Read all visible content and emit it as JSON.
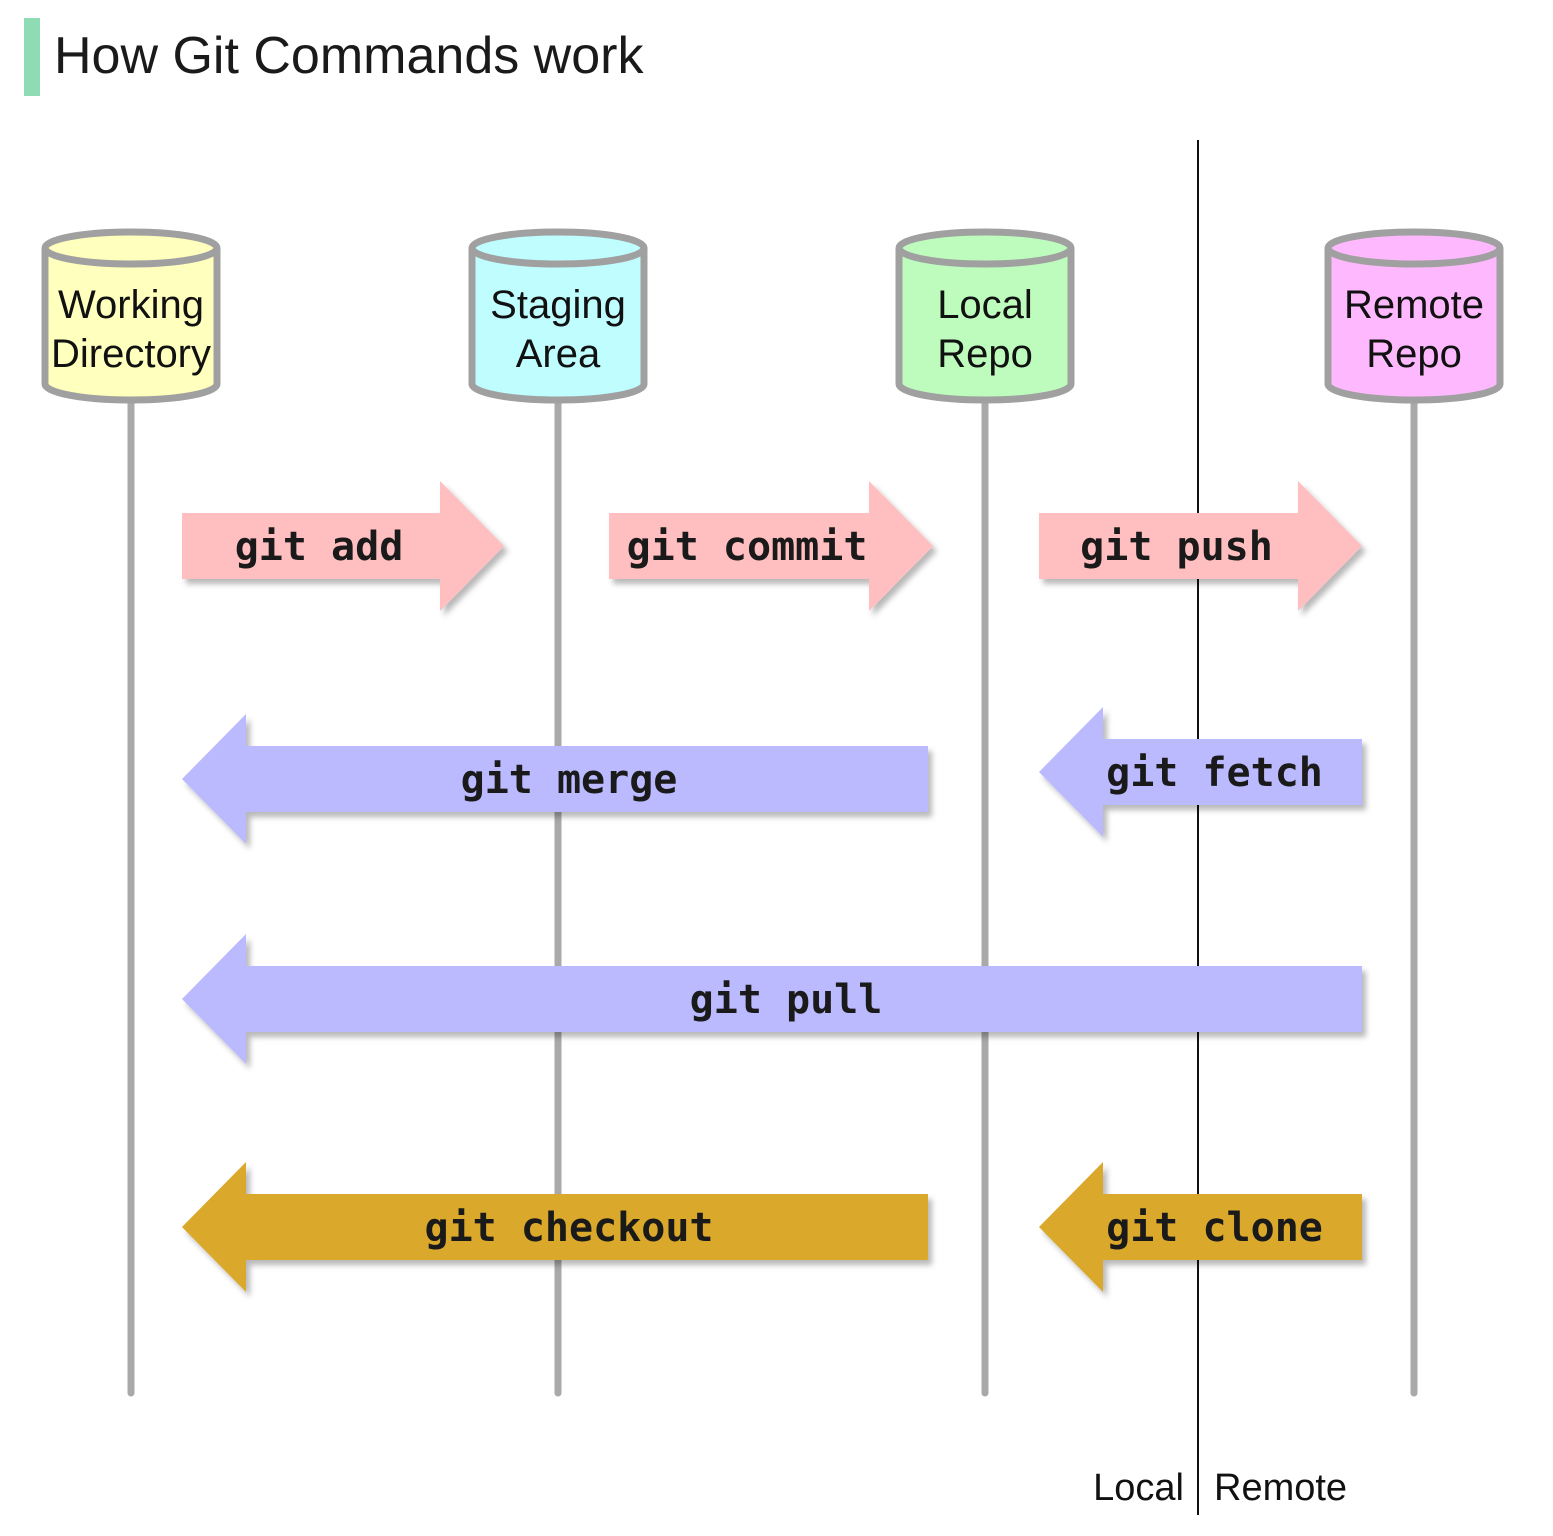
{
  "title": "How Git Commands work",
  "colors": {
    "title_bar": "#8fdbb4",
    "lifeline": "#a9a9a9",
    "store_outline": "#a0a0a0",
    "divider": "#111111",
    "forward_arrow": "#ffbfc0",
    "backward_arrow": "#bbbaff",
    "checkout_arrow": "#daa82a"
  },
  "stores": [
    {
      "id": "working",
      "lines": [
        "Working",
        "Directory"
      ],
      "color": "#ffffbe"
    },
    {
      "id": "staging",
      "lines": [
        "Staging",
        "Area"
      ],
      "color": "#bffdff"
    },
    {
      "id": "local",
      "lines": [
        "Local",
        "Repo"
      ],
      "color": "#bdfcbd"
    },
    {
      "id": "remote",
      "lines": [
        "Remote",
        "Repo"
      ],
      "color": "#feb9fe"
    }
  ],
  "commands": [
    {
      "label": "git add",
      "from": "working",
      "to": "staging",
      "direction": "right",
      "color": "#ffbfc0"
    },
    {
      "label": "git commit",
      "from": "staging",
      "to": "local",
      "direction": "right",
      "color": "#ffbfc0"
    },
    {
      "label": "git push",
      "from": "local",
      "to": "remote",
      "direction": "right",
      "color": "#ffbfc0"
    },
    {
      "label": "git merge",
      "from": "local",
      "to": "working",
      "direction": "left",
      "color": "#bbbaff"
    },
    {
      "label": "git fetch",
      "from": "remote",
      "to": "local",
      "direction": "left",
      "color": "#bbbaff"
    },
    {
      "label": "git pull",
      "from": "remote",
      "to": "working",
      "direction": "left",
      "color": "#bbbaff"
    },
    {
      "label": "git checkout",
      "from": "local",
      "to": "working",
      "direction": "left",
      "color": "#daa82a"
    },
    {
      "label": "git clone",
      "from": "remote",
      "to": "local",
      "direction": "left",
      "color": "#daa82a"
    }
  ],
  "boundary": {
    "left_label": "Local",
    "right_label": "Remote"
  }
}
